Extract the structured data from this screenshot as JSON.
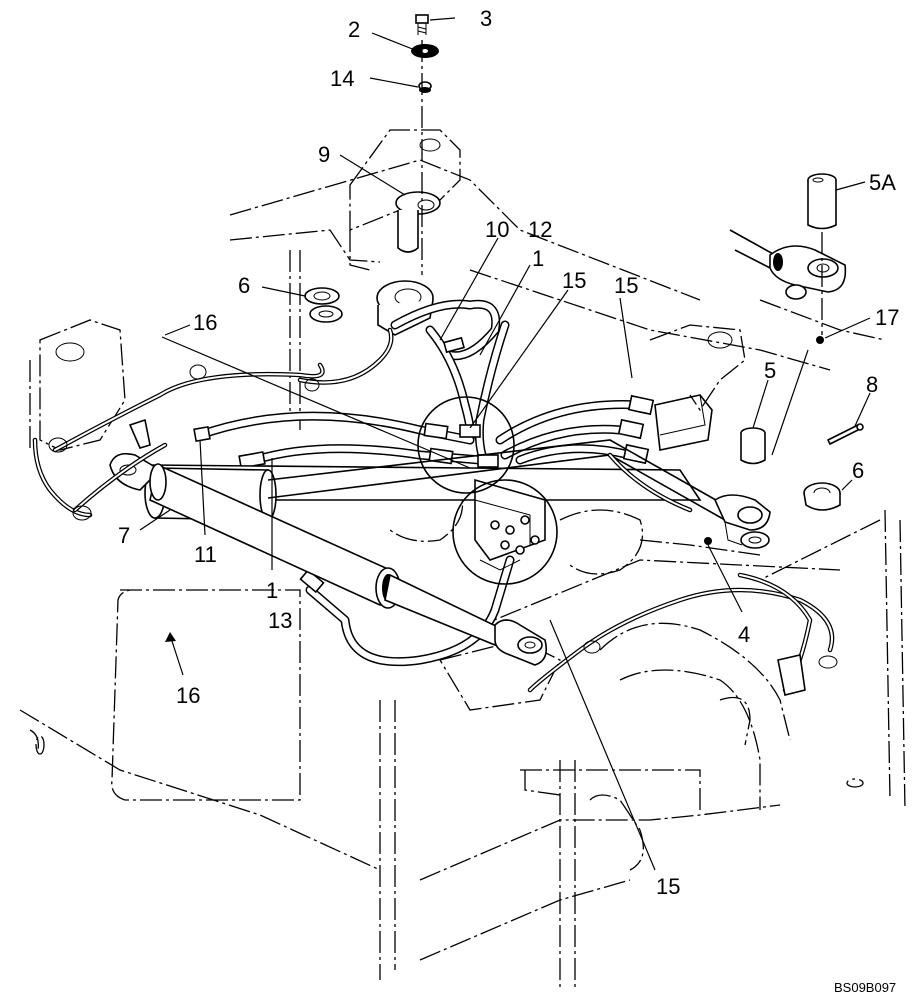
{
  "diagram": {
    "drawing_code": "BS09B097",
    "callouts": [
      {
        "id": "c3",
        "text": "3"
      },
      {
        "id": "c2",
        "text": "2"
      },
      {
        "id": "c14",
        "text": "14"
      },
      {
        "id": "c9",
        "text": "9"
      },
      {
        "id": "c5A",
        "text": "5A"
      },
      {
        "id": "c10",
        "text": "10"
      },
      {
        "id": "c12",
        "text": "12"
      },
      {
        "id": "c1a",
        "text": "1"
      },
      {
        "id": "c6a",
        "text": "6"
      },
      {
        "id": "c15a",
        "text": "15"
      },
      {
        "id": "c15b",
        "text": "15"
      },
      {
        "id": "c17",
        "text": "17"
      },
      {
        "id": "c16a",
        "text": "16"
      },
      {
        "id": "c5",
        "text": "5"
      },
      {
        "id": "c8",
        "text": "8"
      },
      {
        "id": "c6b",
        "text": "6"
      },
      {
        "id": "c7",
        "text": "7"
      },
      {
        "id": "c11",
        "text": "11"
      },
      {
        "id": "c1b",
        "text": "1"
      },
      {
        "id": "c4",
        "text": "4"
      },
      {
        "id": "c13",
        "text": "13"
      },
      {
        "id": "c16b",
        "text": "16"
      },
      {
        "id": "c15c",
        "text": "15"
      }
    ]
  }
}
